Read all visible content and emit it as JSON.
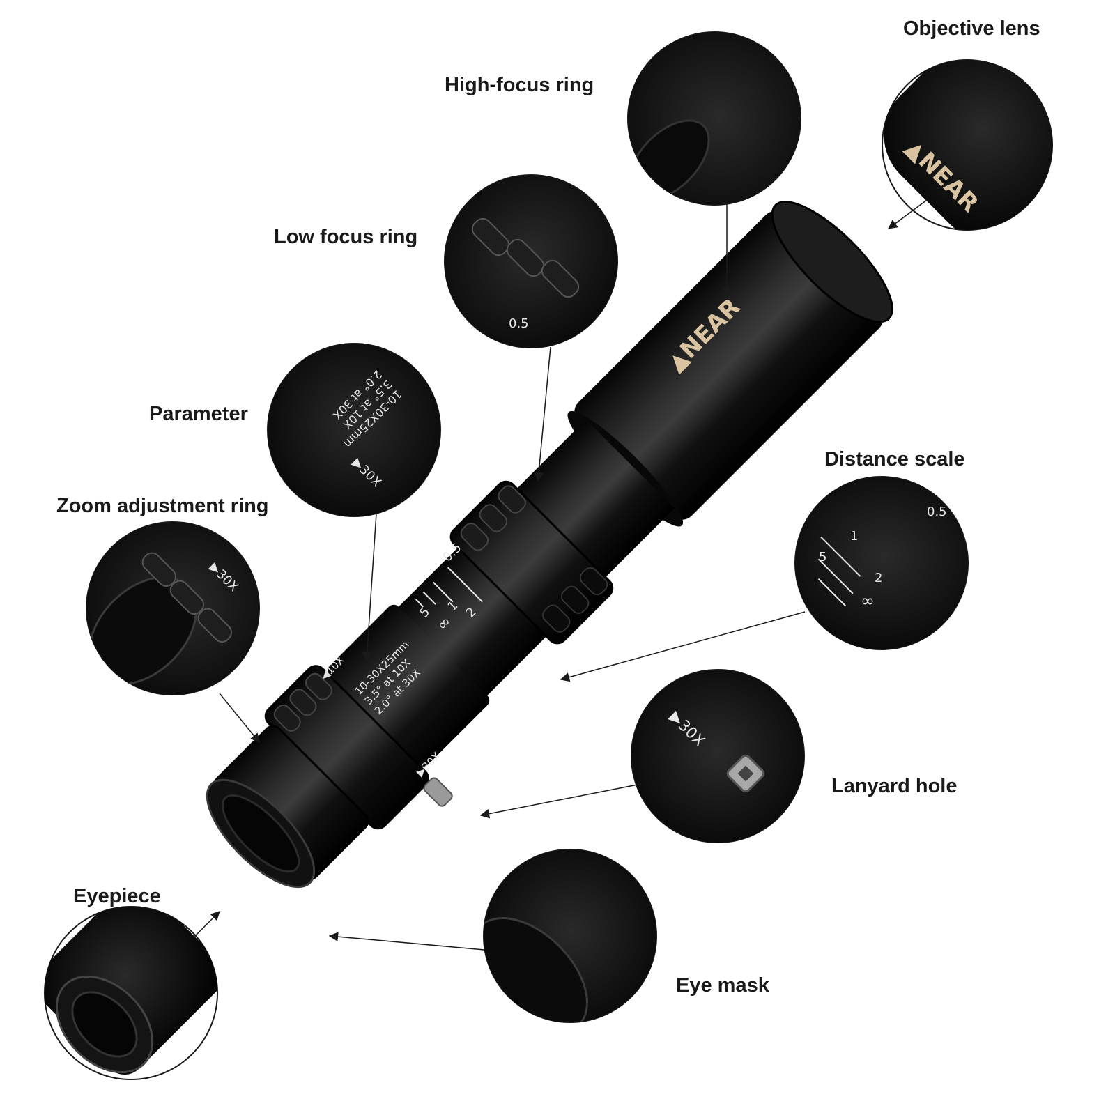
{
  "callouts": {
    "objective_lens": "Objective lens",
    "high_focus_ring": "High-focus ring",
    "low_focus_ring": "Low focus ring",
    "parameter": "Parameter",
    "distance_scale": "Distance scale",
    "zoom_adjustment_ring": "Zoom adjustment ring",
    "lanyard_hole": "Lanyard hole",
    "eyepiece": "Eyepiece",
    "eye_mask": "Eye mask"
  },
  "engraving": {
    "near_label": "▲NEAR",
    "spec_line_1": "10-30X25mm",
    "spec_line_2": "3.5° at 10X",
    "spec_line_3": "2.0° at 30X",
    "zoom_min": "◀10X",
    "zoom_max": "▶30X",
    "scale_marks": [
      "0.5",
      "1",
      "2",
      "5",
      "∞"
    ]
  },
  "colors": {
    "body": "#0d0d0d",
    "body_highlight": "#3a3a3a",
    "engraving_gold": "#d9c3a0",
    "engraving_white": "#e6e6e6",
    "outline": "#1a1a1a"
  }
}
